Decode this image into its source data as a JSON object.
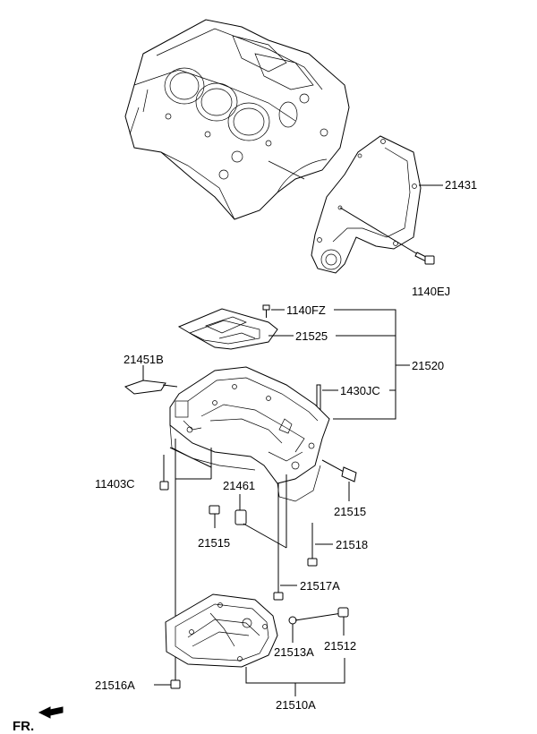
{
  "labels": {
    "p21431": "21431",
    "p1140EJ": "1140EJ",
    "p1140FZ": "1140FZ",
    "p21525": "21525",
    "p21520": "21520",
    "p21451B": "21451B",
    "p1430JC": "1430JC",
    "p11403C": "11403C",
    "p21461": "21461",
    "p21515a": "21515",
    "p21515b": "21515",
    "p21518": "21518",
    "p21517A": "21517A",
    "p21513A": "21513A",
    "p21512": "21512",
    "p21516A": "21516A",
    "p21510A": "21510A"
  },
  "direction": {
    "label": "FR."
  }
}
